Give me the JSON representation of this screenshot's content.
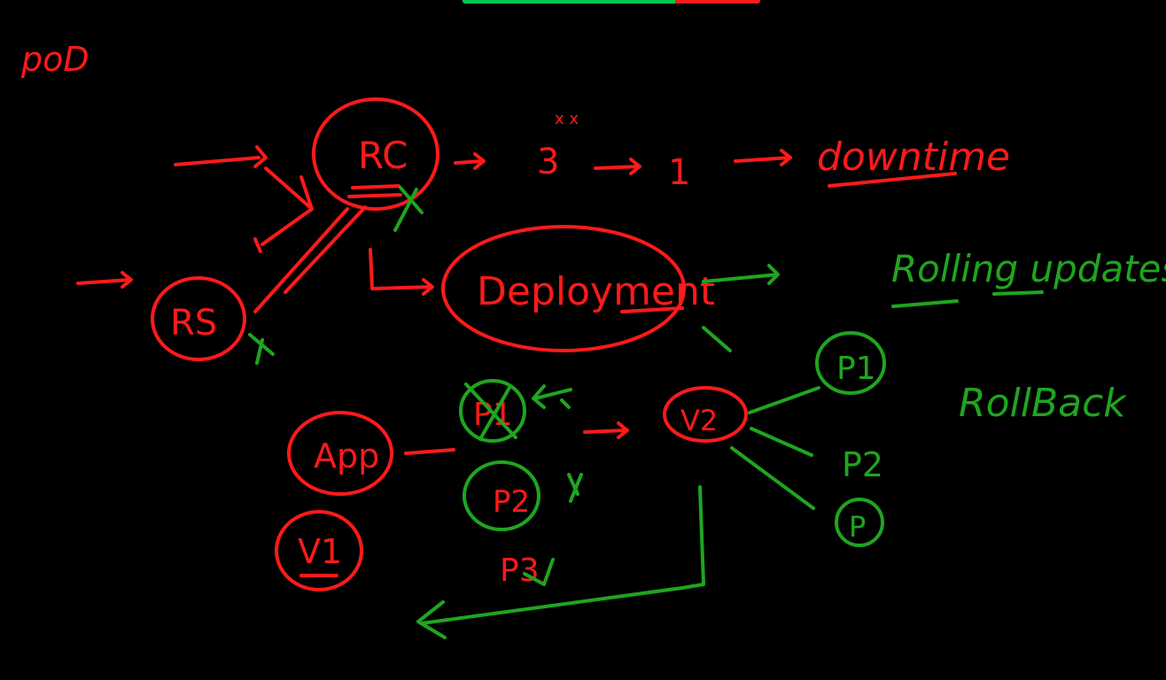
{
  "colors": {
    "background": "#000000",
    "red_ink": "#ff1a1a",
    "green_ink": "#1fa51f",
    "bar_green": "#00c853",
    "bar_red": "#ff1a1a"
  },
  "labels": {
    "pod": "poD",
    "rc": "RC",
    "rs": "RS",
    "three": "3",
    "one": "1",
    "downtime": "downtime",
    "deployment": "Deployment",
    "rolling_updates": "Rolling updates",
    "rollback": "RollBack",
    "app": "App",
    "v1": "V1",
    "v2": "V2",
    "p1_crossed": "P1",
    "p2": "P2",
    "p3": "P3",
    "rp1": "P1",
    "rp2": "P2",
    "rp3": "P"
  }
}
